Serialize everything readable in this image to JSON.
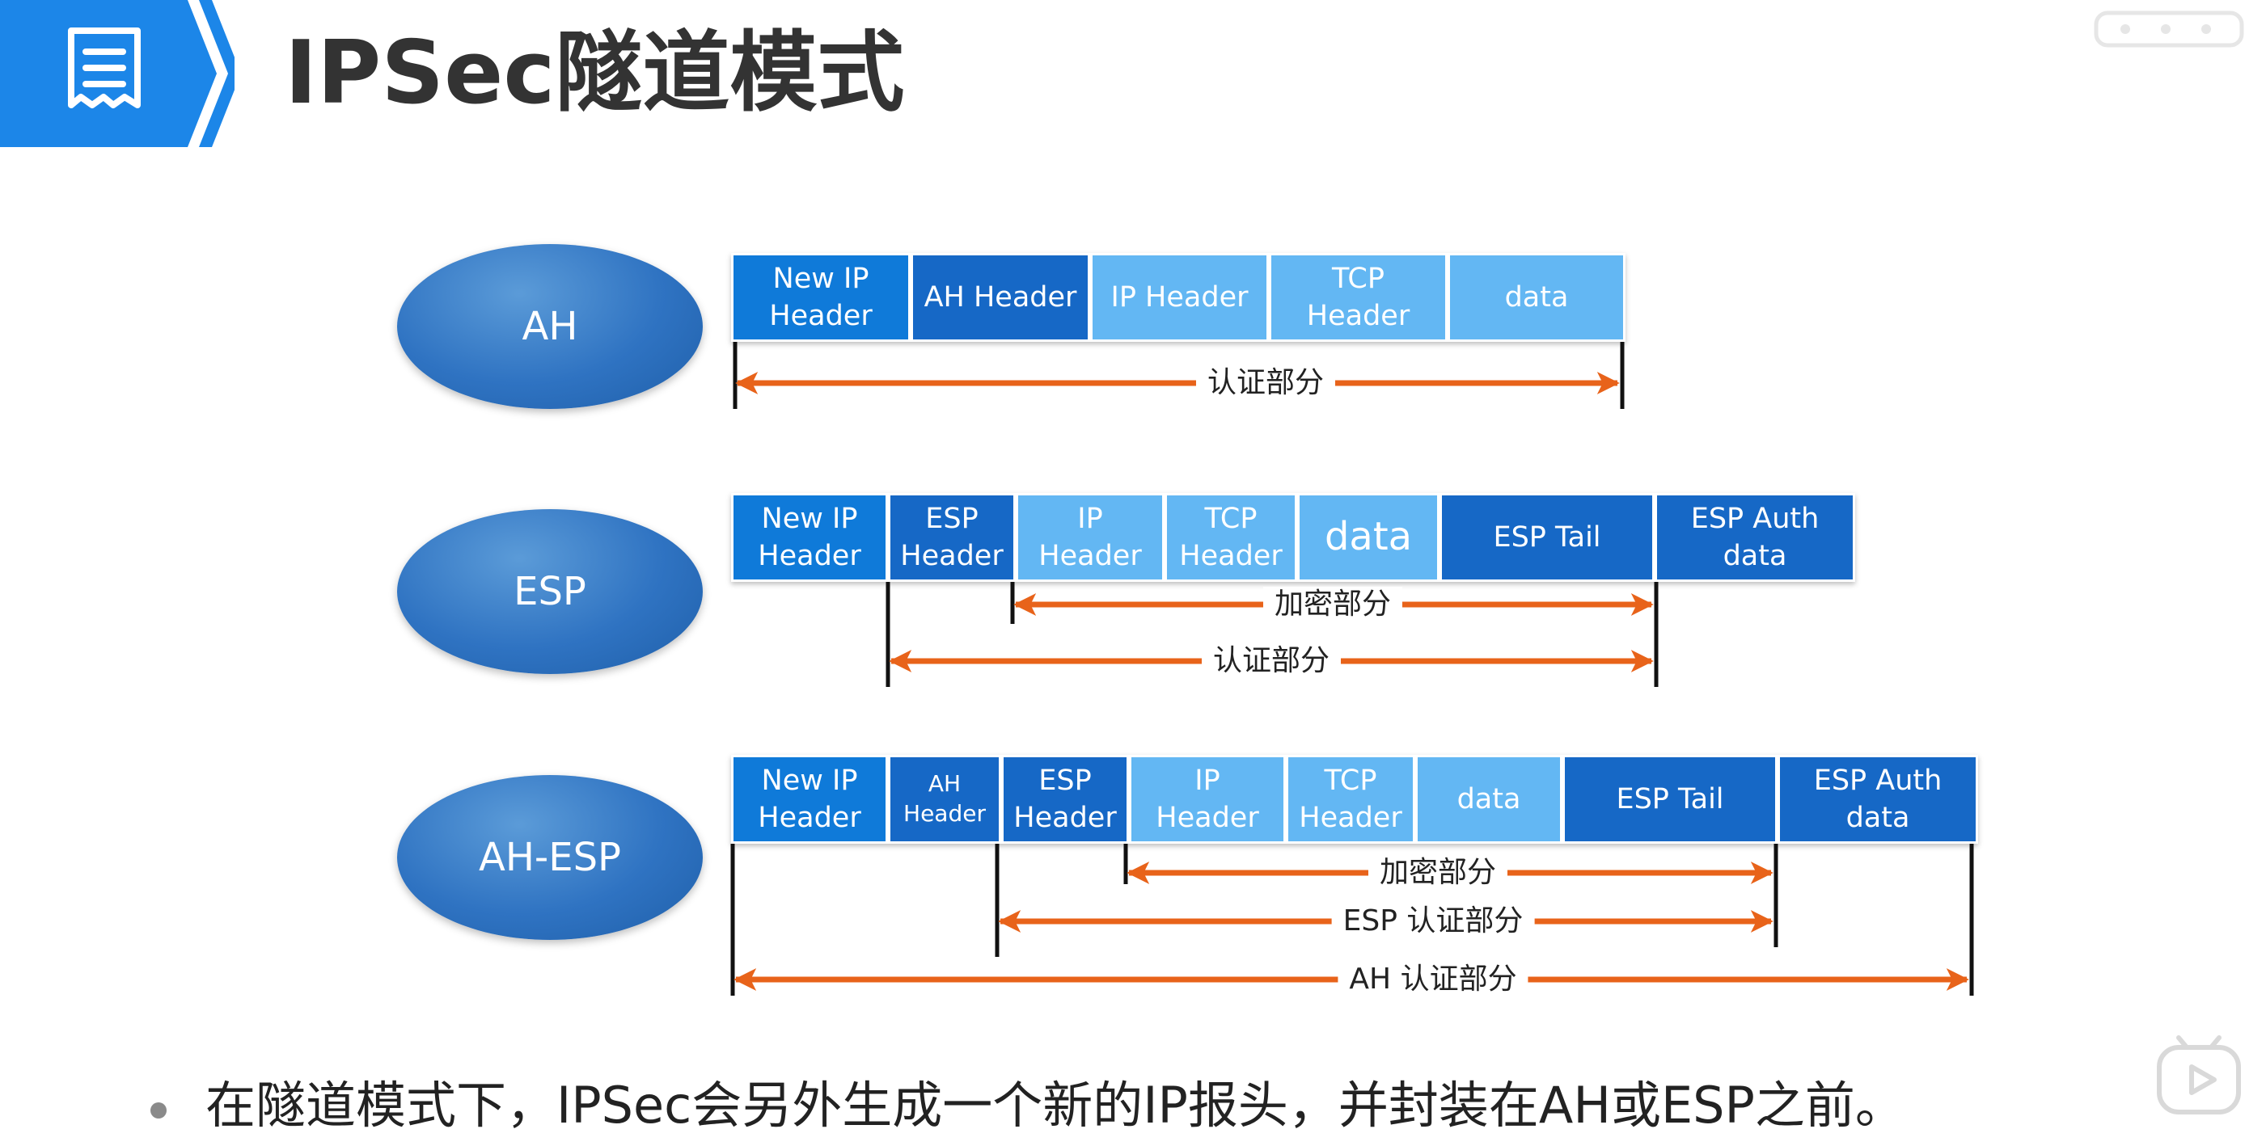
{
  "header": {
    "title": "IPSec隧道模式",
    "icon": "document-list-icon"
  },
  "colors": {
    "accent": "#1c86e8",
    "arrow": "#e8631a",
    "cell_dark": "#1668c6",
    "cell_light": "#63b7f3",
    "cell_new": "#0f7ad9"
  },
  "diagrams": {
    "ah": {
      "label": "AH",
      "cells": [
        "New IP\nHeader",
        "AH Header",
        "IP Header",
        "TCP\nHeader",
        "data"
      ],
      "auth_label": "认证部分"
    },
    "esp": {
      "label": "ESP",
      "cells": [
        "New IP\nHeader",
        "ESP\nHeader",
        "IP\nHeader",
        "TCP\nHeader",
        "data",
        "ESP Tail",
        "ESP Auth\ndata"
      ],
      "encrypt_label": "加密部分",
      "auth_label": "认证部分"
    },
    "ahesp": {
      "label": "AH-ESP",
      "cells": [
        "New IP\nHeader",
        "AH\nHeader",
        "ESP\nHeader",
        "IP\nHeader",
        "TCP\nHeader",
        "data",
        "ESP Tail",
        "ESP Auth\ndata"
      ],
      "encrypt_label": "加密部分",
      "esp_auth_label": "ESP 认证部分",
      "ah_auth_label": "AH 认证部分"
    }
  },
  "bullet": {
    "text": "在隧道模式下，IPSec会另外生成一个新的IP报头，并封装在AH或ESP之前。"
  }
}
